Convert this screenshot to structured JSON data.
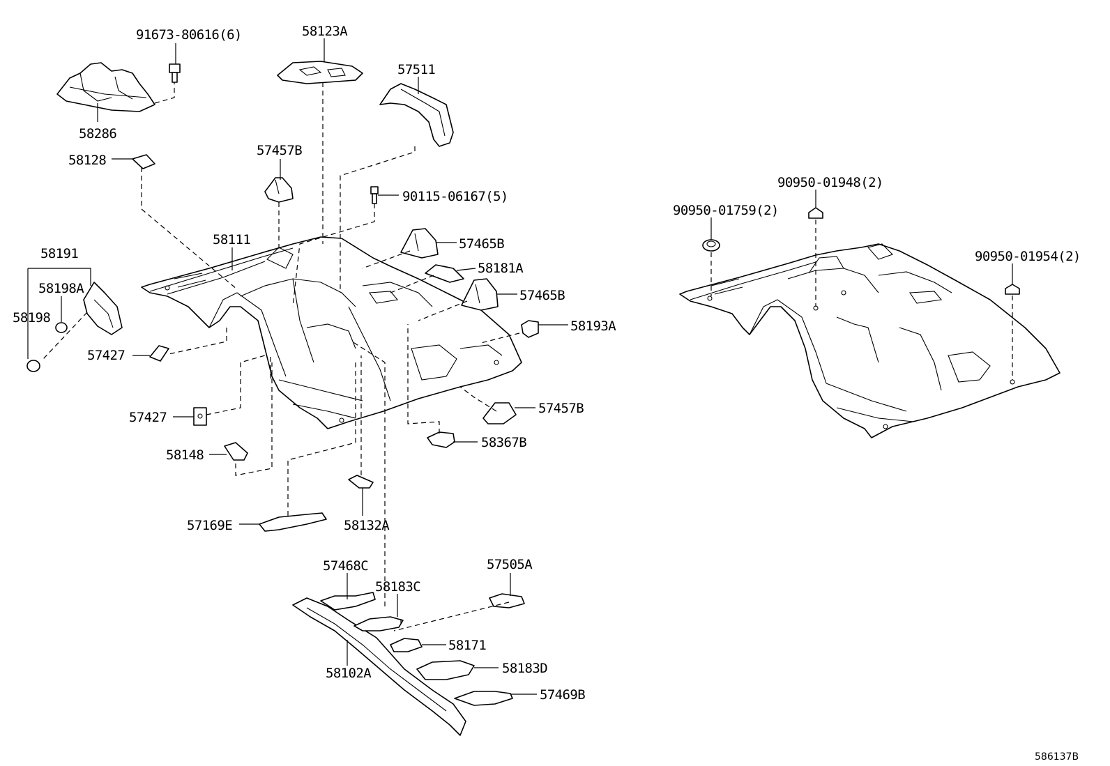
{
  "labels": {
    "p91673": "91673-80616(6)",
    "p58123A": "58123A",
    "p57511": "57511",
    "p58286": "58286",
    "p58128": "58128",
    "p57457B_top": "57457B",
    "p90115": "90115-06167(5)",
    "p58111": "58111",
    "p57465B_1": "57465B",
    "p58181A": "58181A",
    "p57465B_2": "57465B",
    "p58193A": "58193A",
    "p58191": "58191",
    "p58198A": "58198A",
    "p58198": "58198",
    "p57427_1": "57427",
    "p57427_2": "57427",
    "p57457B_low": "57457B",
    "p58367B": "58367B",
    "p58148": "58148",
    "p57169E": "57169E",
    "p58132A": "58132A",
    "p57468C": "57468C",
    "p58183C": "58183C",
    "p57505A": "57505A",
    "p58171": "58171",
    "p58102A": "58102A",
    "p58183D": "58183D",
    "p57469B": "57469B",
    "p90950_01759": "90950-01759(2)",
    "p90950_01948": "90950-01948(2)",
    "p90950_01954": "90950-01954(2)"
  },
  "diagram_id": "586137B"
}
